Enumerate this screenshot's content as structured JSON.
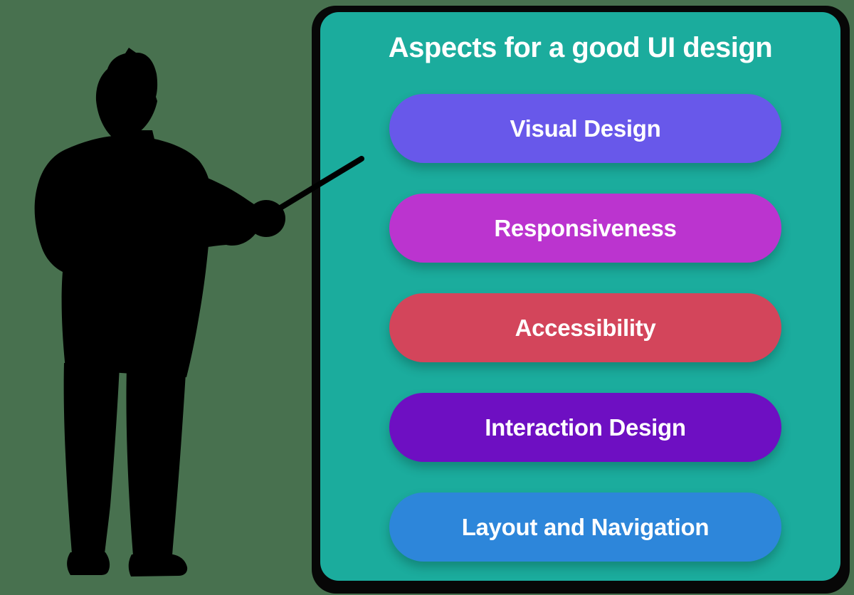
{
  "scene": {
    "background_color": "#48714F"
  },
  "presenter": {
    "color": "#000000"
  },
  "board": {
    "surface_color": "#1BAC9D",
    "border_color": "#070707",
    "title": "Aspects for a good UI design",
    "title_color": "#FFFFFF",
    "item_text_color": "#FFFFFF",
    "items": [
      {
        "label": "Visual Design",
        "color": "#6858EA"
      },
      {
        "label": "Responsiveness",
        "color": "#BB34CF"
      },
      {
        "label": "Accessibility",
        "color": "#D3455B"
      },
      {
        "label": "Interaction Design",
        "color": "#6E0FC2"
      },
      {
        "label": "Layout and Navigation",
        "color": "#2D86DA"
      }
    ]
  }
}
